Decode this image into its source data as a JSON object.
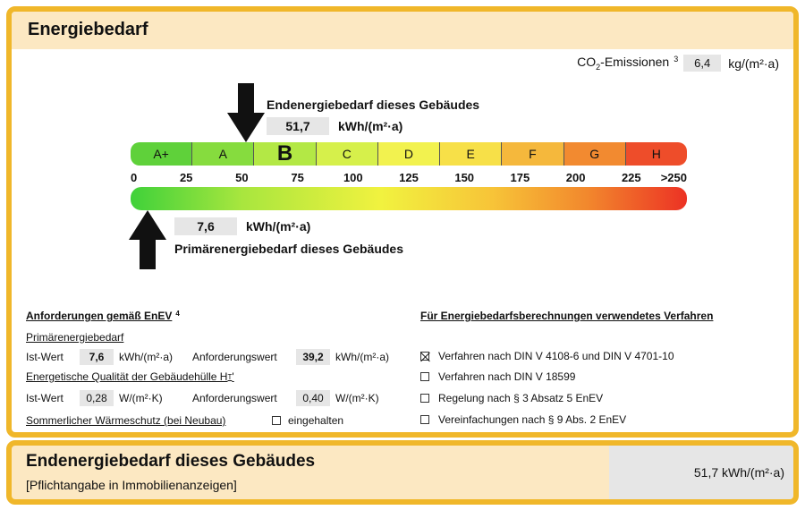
{
  "header": {
    "title": "Energiebedarf"
  },
  "co2": {
    "label_pre": "CO",
    "label_sub": "2",
    "label_post": "-Emissionen",
    "footnote": "3",
    "value": "6,4",
    "unit": "kg/(m²·a)"
  },
  "endenergie": {
    "label": "Endenergiebedarf dieses Gebäudes",
    "value": "51,7",
    "unit": "kWh/(m²·a)",
    "position_kwh": 51.7
  },
  "primaerenergie": {
    "label": "Primärenergiebedarf dieses Gebäudes",
    "value": "7,6",
    "unit": "kWh/(m²·a)",
    "position_kwh": 7.6
  },
  "scale": {
    "classes": [
      "A+",
      "A",
      "B",
      "C",
      "D",
      "E",
      "F",
      "G",
      "H"
    ],
    "class_colors": [
      "#5fd13a",
      "#86dc3e",
      "#b3e845",
      "#d6f04b",
      "#f2f24f",
      "#f7e048",
      "#f5b83c",
      "#f28a30",
      "#ee4d2a"
    ],
    "highlighted_class": "B",
    "ticks": [
      "0",
      "25",
      "50",
      "75",
      "100",
      "125",
      "150",
      "175",
      "200",
      "225",
      ">250"
    ]
  },
  "anforderungen": {
    "heading": "Anforderungen gemäß EnEV",
    "footnote": "4",
    "primaer_heading": "Primärenergiebedarf",
    "ist_label": "Ist-Wert",
    "ist_value": "7,6",
    "unit_kwh": "kWh/(m²·a)",
    "anf_label": "Anforderungswert",
    "anf_value": "39,2",
    "huelle_heading_pre": "Energetische Qualität der Gebäudehülle H",
    "huelle_heading_sub": "T",
    "huelle_heading_post": "'",
    "ist_value_ht": "0,28",
    "unit_w": "W/(m²·K)",
    "anf_value_ht": "0,40",
    "sommer_label": "Sommerlicher Wärmeschutz (bei Neubau)",
    "sommer_check_label": "eingehalten",
    "sommer_checked": false
  },
  "verfahren": {
    "heading": "Für Energiebedarfsberechnungen verwendetes Verfahren",
    "items": [
      {
        "label": "Verfahren nach DIN V 4108-6 und DIN V 4701-10",
        "checked": true
      },
      {
        "label": "Verfahren nach DIN V 18599",
        "checked": false
      },
      {
        "label": "Regelung nach § 3 Absatz 5 EnEV",
        "checked": false
      },
      {
        "label": "Vereinfachungen nach § 9 Abs. 2 EnEV",
        "checked": false
      }
    ]
  },
  "footer": {
    "title": "Endenergiebedarf dieses Gebäudes",
    "subtitle": "[Pflichtangabe in Immobilienanzeigen]",
    "value": "51,7 kWh/(m²·a)"
  }
}
